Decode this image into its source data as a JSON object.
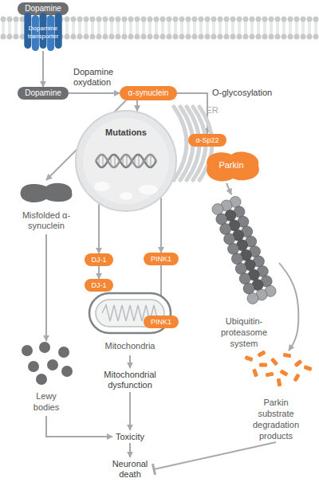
{
  "diagram": {
    "nodes": [
      {
        "text": [
          "Dopamine"
        ]
      },
      {
        "text": [
          "Dopamine transporter"
        ]
      },
      {
        "text": [
          "Dopamine"
        ]
      },
      {
        "text": [
          "α-synuclein"
        ]
      },
      {
        "text": [
          "Mutations"
        ]
      },
      {
        "text": [
          "ER"
        ]
      },
      {
        "text": [
          "α-Sp22"
        ]
      },
      {
        "text": [
          "Parkin"
        ]
      },
      {
        "text": [
          "Misfolded α-synuclein"
        ]
      },
      {
        "text": [
          "DJ-1"
        ]
      },
      {
        "text": [
          "PINK1"
        ]
      },
      {
        "text": [
          "Ubiquitin-proteasome system"
        ]
      },
      {
        "text": [
          "DJ-1"
        ]
      },
      {
        "text": [
          "Mitochondria"
        ]
      },
      {
        "text": [
          "PINK1"
        ],
        "in": 13
      },
      {
        "text": [
          "Lewy bodies"
        ]
      },
      {
        "text": [
          "Mitochondrial dysfunction"
        ]
      },
      {
        "text": [
          "Parkin substrate degradation products"
        ]
      },
      {
        "text": [
          "Toxicity"
        ]
      },
      {
        "text": [
          "Neuronal death"
        ]
      }
    ],
    "edges": [
      {
        "from": 1,
        "to": 2,
        "arrow": "to"
      },
      {
        "from": 2,
        "to": 3,
        "label": "Dopamine oxydation",
        "arrow": "to"
      },
      {
        "from": 3,
        "to": 6,
        "label": "O-glycosylation",
        "arrow": "to"
      },
      {
        "from": 3,
        "to": 4,
        "arrow": "to"
      },
      {
        "from": 3,
        "to": 8,
        "arrow": "to"
      },
      {
        "from": 7,
        "to": 11,
        "arrow": "to"
      },
      {
        "from": 11,
        "to": 17,
        "arrow": "to"
      },
      {
        "from": 4,
        "to": 9,
        "arrow": "to"
      },
      {
        "from": 4,
        "to": 10,
        "arrow": "to"
      },
      {
        "from": 9,
        "to": 12,
        "arrow": "to"
      },
      {
        "from": 10,
        "to": 14,
        "arrow": "to"
      },
      {
        "from": 13,
        "to": 16,
        "arrow": "to"
      },
      {
        "from": 16,
        "to": 18,
        "arrow": "to"
      },
      {
        "from": 15,
        "to": 18,
        "arrow": "to"
      },
      {
        "from": 8,
        "to": 15,
        "arrow": "to"
      },
      {
        "from": 18,
        "to": 19,
        "arrow": "to"
      },
      {
        "from": 17,
        "to": 19,
        "arrow": "to"
      }
    ]
  }
}
